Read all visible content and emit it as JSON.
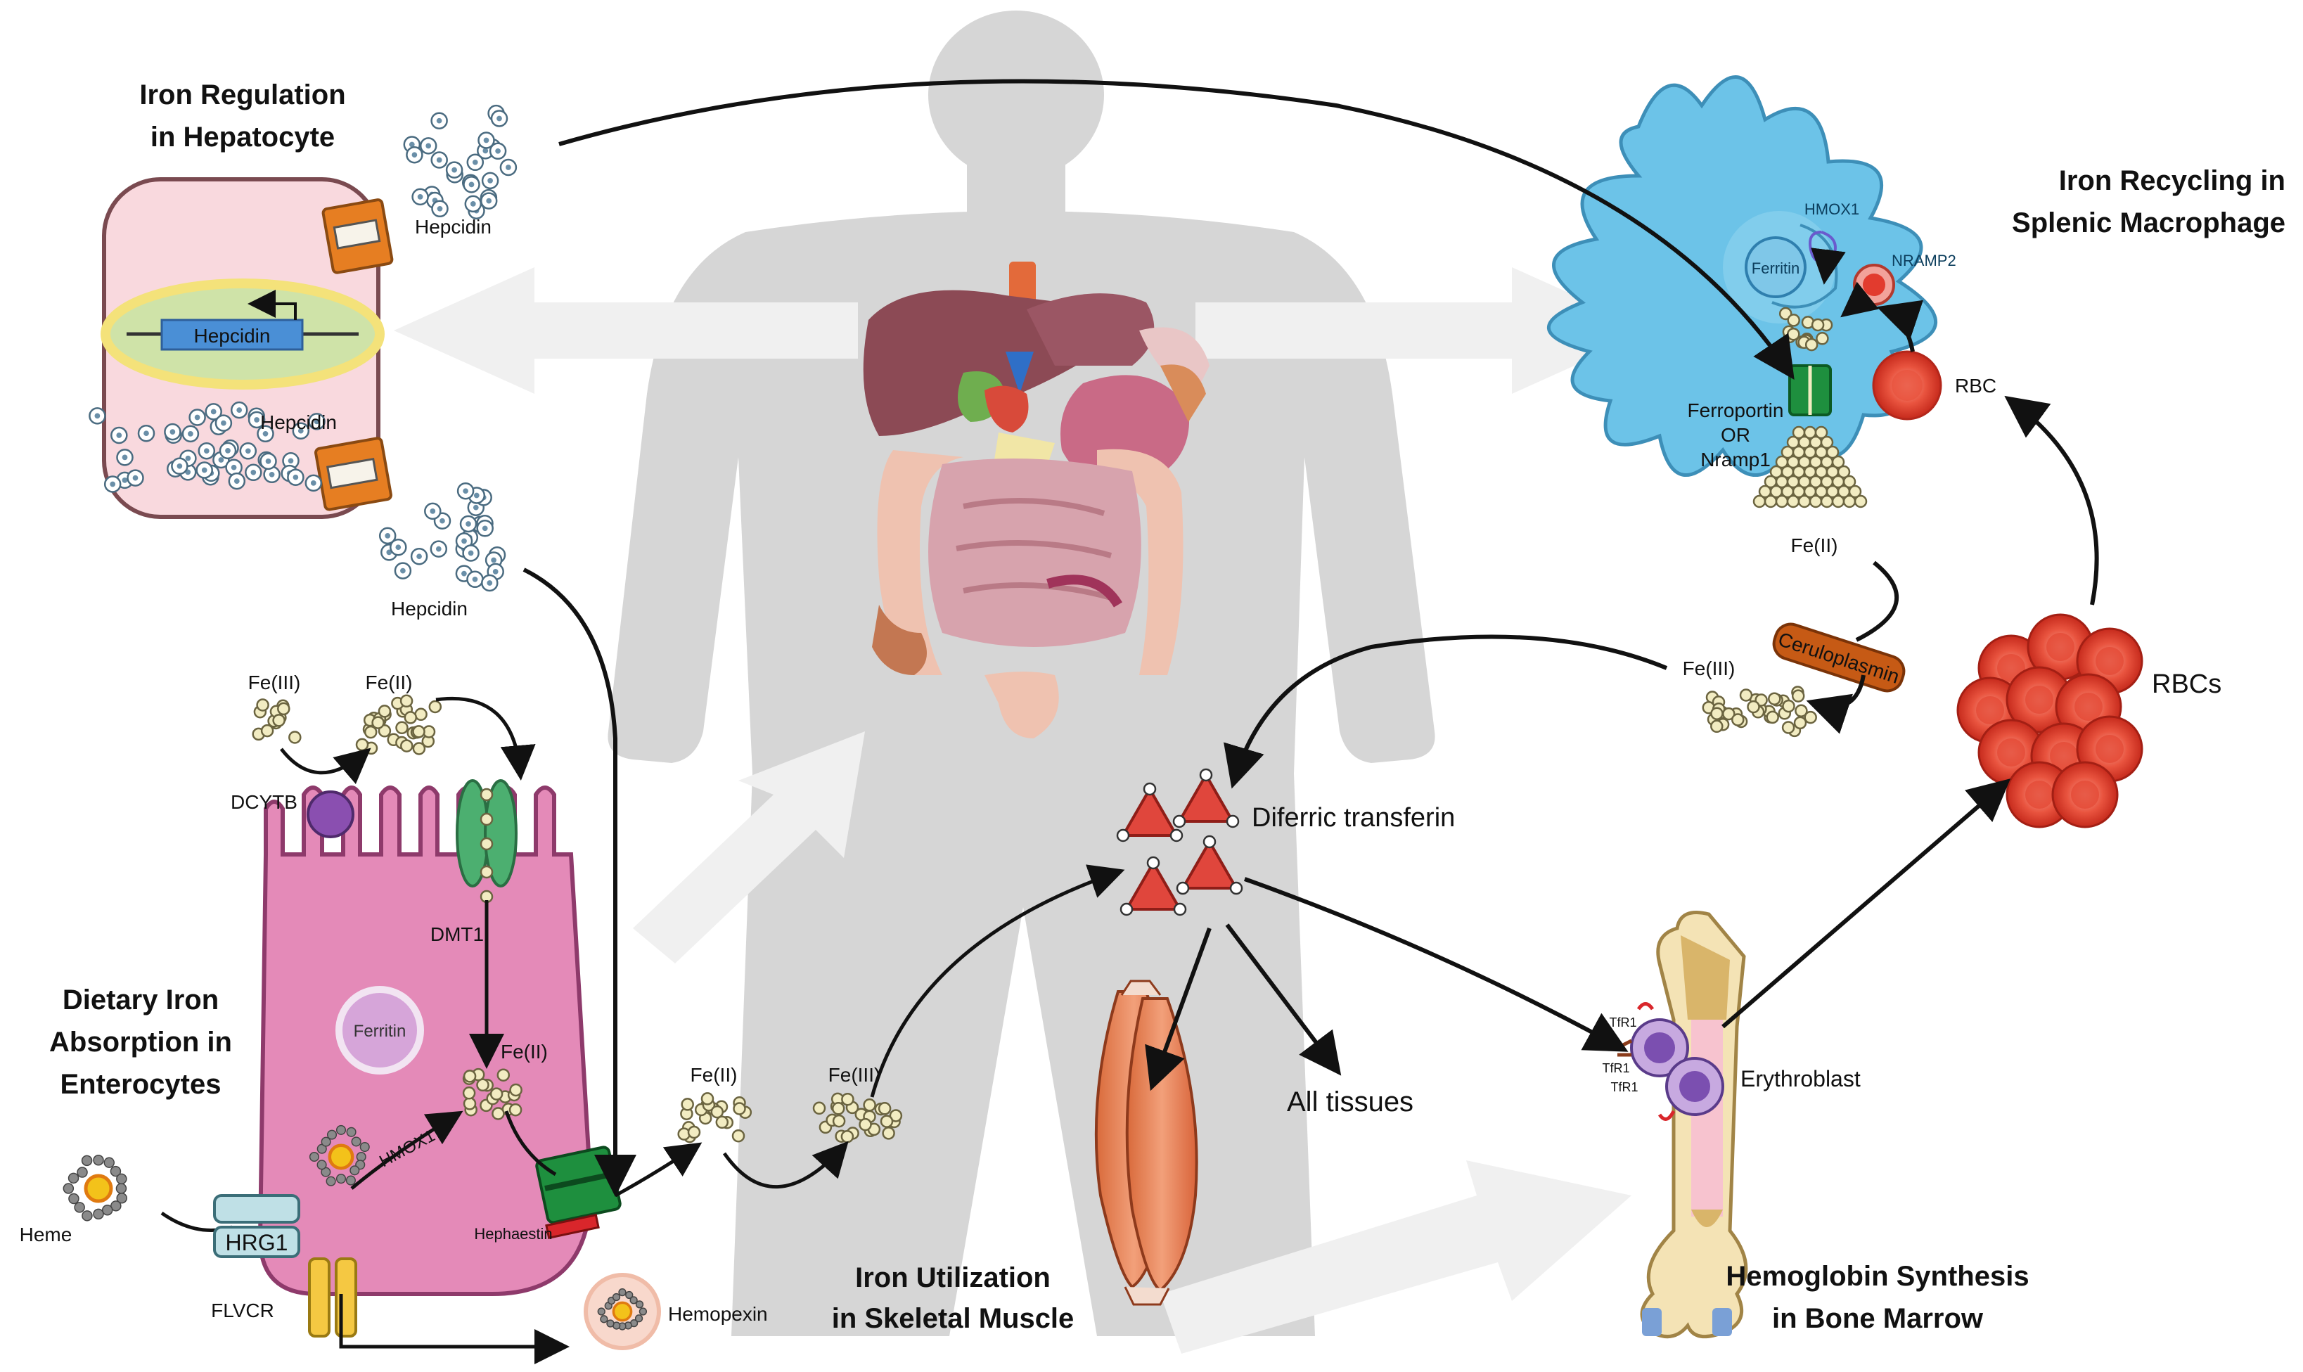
{
  "headings": {
    "hepatocyte": [
      "Iron Regulation",
      "in Hepatocyte"
    ],
    "macrophage": [
      "Iron Recycling in",
      "Splenic Macrophage"
    ],
    "enterocyte": [
      "Dietary Iron",
      "Absorption in",
      "Enterocytes"
    ],
    "muscle": [
      "Iron Utilization",
      "in Skeletal Muscle"
    ],
    "marrow": [
      "Hemoglobin Synthesis",
      "in Bone Marrow"
    ]
  },
  "labels": {
    "hepcidin_top": "Hepcidin",
    "hepcidin_gene": "Hepcidin",
    "hepcidin_inner": "Hepcidin",
    "hepcidin_bottom": "Hepcidin",
    "hmox1_macrophage": "HMOX1",
    "ferritin_macrophage": "Ferritin",
    "nramp2": "NRAMP2",
    "ferroportin": "Ferroportin",
    "or": "OR",
    "nramp1": "Nramp1",
    "rbc": "RBC",
    "fe2_macrophage": "Fe(II)",
    "ceruloplasmin": "Ceruloplasmin",
    "fe3_plasma": "Fe(III)",
    "rbcs": "RBCs",
    "fe3_lumen": "Fe(III)",
    "fe2_lumen": "Fe(II)",
    "dcytb": "DCYTB",
    "dmt1": "DMT1",
    "ferritin_enterocyte": "Ferritin",
    "fe2_enterocyte": "Fe(II)",
    "hmox1_enterocyte": "HMOX1",
    "heme": "Heme",
    "hrg1": "HRG1",
    "flvcr": "FLVCR",
    "hephaestin": "Hephaestin",
    "hemopexin": "Hemopexin",
    "fe2_blood": "Fe(II)",
    "fe3_blood": "Fe(III)",
    "diferric_transferrin": "Diferric transferin",
    "all_tissues": "All tissues",
    "erythroblast": "Erythroblast",
    "tfr1_a": "TfR1",
    "tfr1_b": "TfR1",
    "tfr1_c": "TfR1"
  },
  "colors": {
    "silhouette": "#cfcfcf",
    "hepatocyte_fill": "#f9d9de",
    "enterocyte_fill": "#e48ab8",
    "macrophage_fill": "#6cc3e8",
    "channel_orange": "#e67e22",
    "gene_box": "#4a8fd6",
    "dmt1_green": "#4caf70",
    "ferroportin_green": "#1e8f3e",
    "rbc_red": "#e23b2e",
    "transferrin_red": "#e0463c",
    "ceruloplasmin": "#c65a15",
    "iron_particle": "#f2ecc2",
    "hepcidin_particle": "#ffffff",
    "arrow": "#111111"
  }
}
